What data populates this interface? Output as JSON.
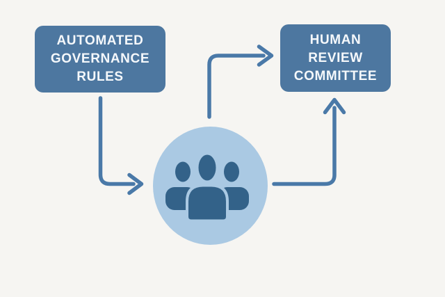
{
  "title": "Automated governance escalation flow diagram",
  "colors": {
    "background": "#f6f5f2",
    "node_fill": "#4d77a0",
    "node_text": "#f5f8fb",
    "arrow": "#4a79a8",
    "circle_bg": "#aac9e3",
    "icon": "#336289"
  },
  "nodes": {
    "automated_governance_rules": {
      "lines": [
        "AUTOMATED",
        "GOVERNANCE",
        "RULES"
      ]
    },
    "human_review_committee": {
      "lines": [
        "HUMAN",
        "REVIEW",
        "COMMITTEE"
      ]
    }
  },
  "center": {
    "icon": "people-group-icon",
    "description": "group of three people inside light blue circle"
  },
  "edges": [
    {
      "from": "automated-governance-rules",
      "to": "people-group",
      "path": "down-then-right"
    },
    {
      "from": "people-group",
      "to": "human-review-committee",
      "path": "up-then-right"
    },
    {
      "from": "people-group",
      "to": "human-review-committee",
      "path": "right-then-up"
    }
  ]
}
